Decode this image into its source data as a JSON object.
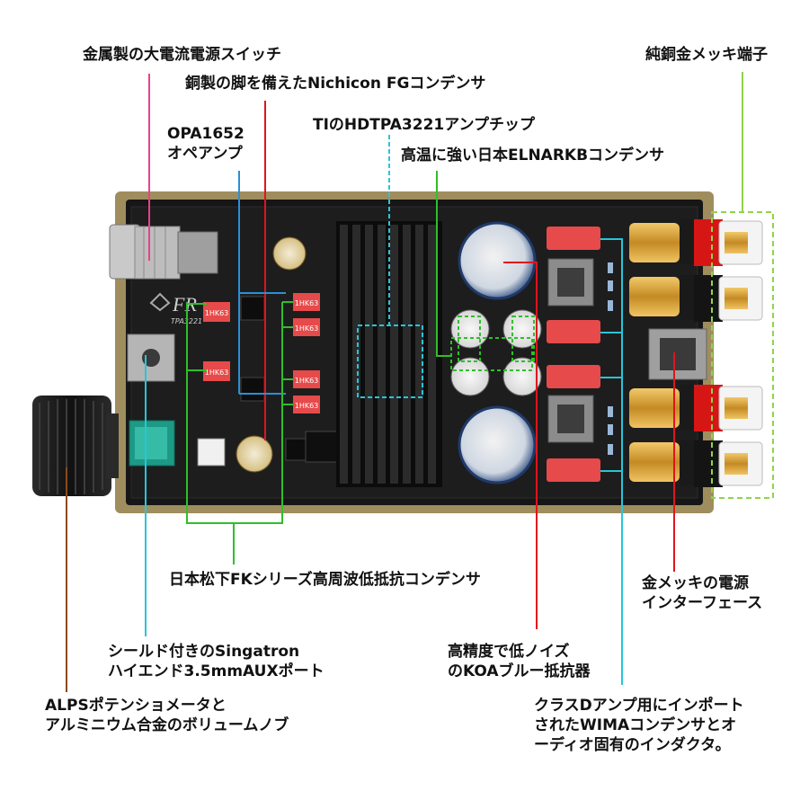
{
  "labels": {
    "power_switch": "金属製の大電流電源スイッチ",
    "fg_capacitor": "銅製の脚を備えたNichicon FGコンデンサ",
    "opamp_line1": "OPA1652",
    "opamp_line2": "オペアンプ",
    "amp_chip": "TIのHDTPA3221アンプチップ",
    "elna_capacitor": "高温に強い日本ELNARKBコンデンサ",
    "terminals": "純銅金メッキ端子",
    "fk_capacitor": "日本松下FKシリーズ高周波低抵抗コンデンサ",
    "power_interface_line1": "金メッキの電源",
    "power_interface_line2": "インターフェース",
    "aux_port_line1": "シールド付きのSingatron",
    "aux_port_line2": "ハイエンド3.5mmAUXポート",
    "koa_resistor_line1": "高精度で低ノイズ",
    "koa_resistor_line2": "のKOAブルー抵抗器",
    "alps_line1": "ALPSポテンショメータと",
    "alps_line2": "アルミニウム合金のボリュームノブ",
    "wima_line1": "クラスDアンプ用にインポート",
    "wima_line2": "されたWIMAコンデンサとオ",
    "wima_line3": "ーディオ固有のインダクタ。"
  },
  "board_marks": {
    "logo": "FR",
    "model": "TPA3221",
    "resistor_code": "1HK63"
  },
  "colors": {
    "pink_line": "#e8408a",
    "red_line": "#e0141e",
    "blue_line": "#2a8fd6",
    "cyan_line": "#27c6d8",
    "green_line": "#2fbf2a",
    "light_green": "#8fd44a",
    "brown_line": "#8a4a1e",
    "chassis": "#1a1a1a",
    "bezel": "#9c8a5a",
    "resistor_red": "#e64a4a",
    "rca_red": "#d61515",
    "gold": "#d9a640"
  }
}
